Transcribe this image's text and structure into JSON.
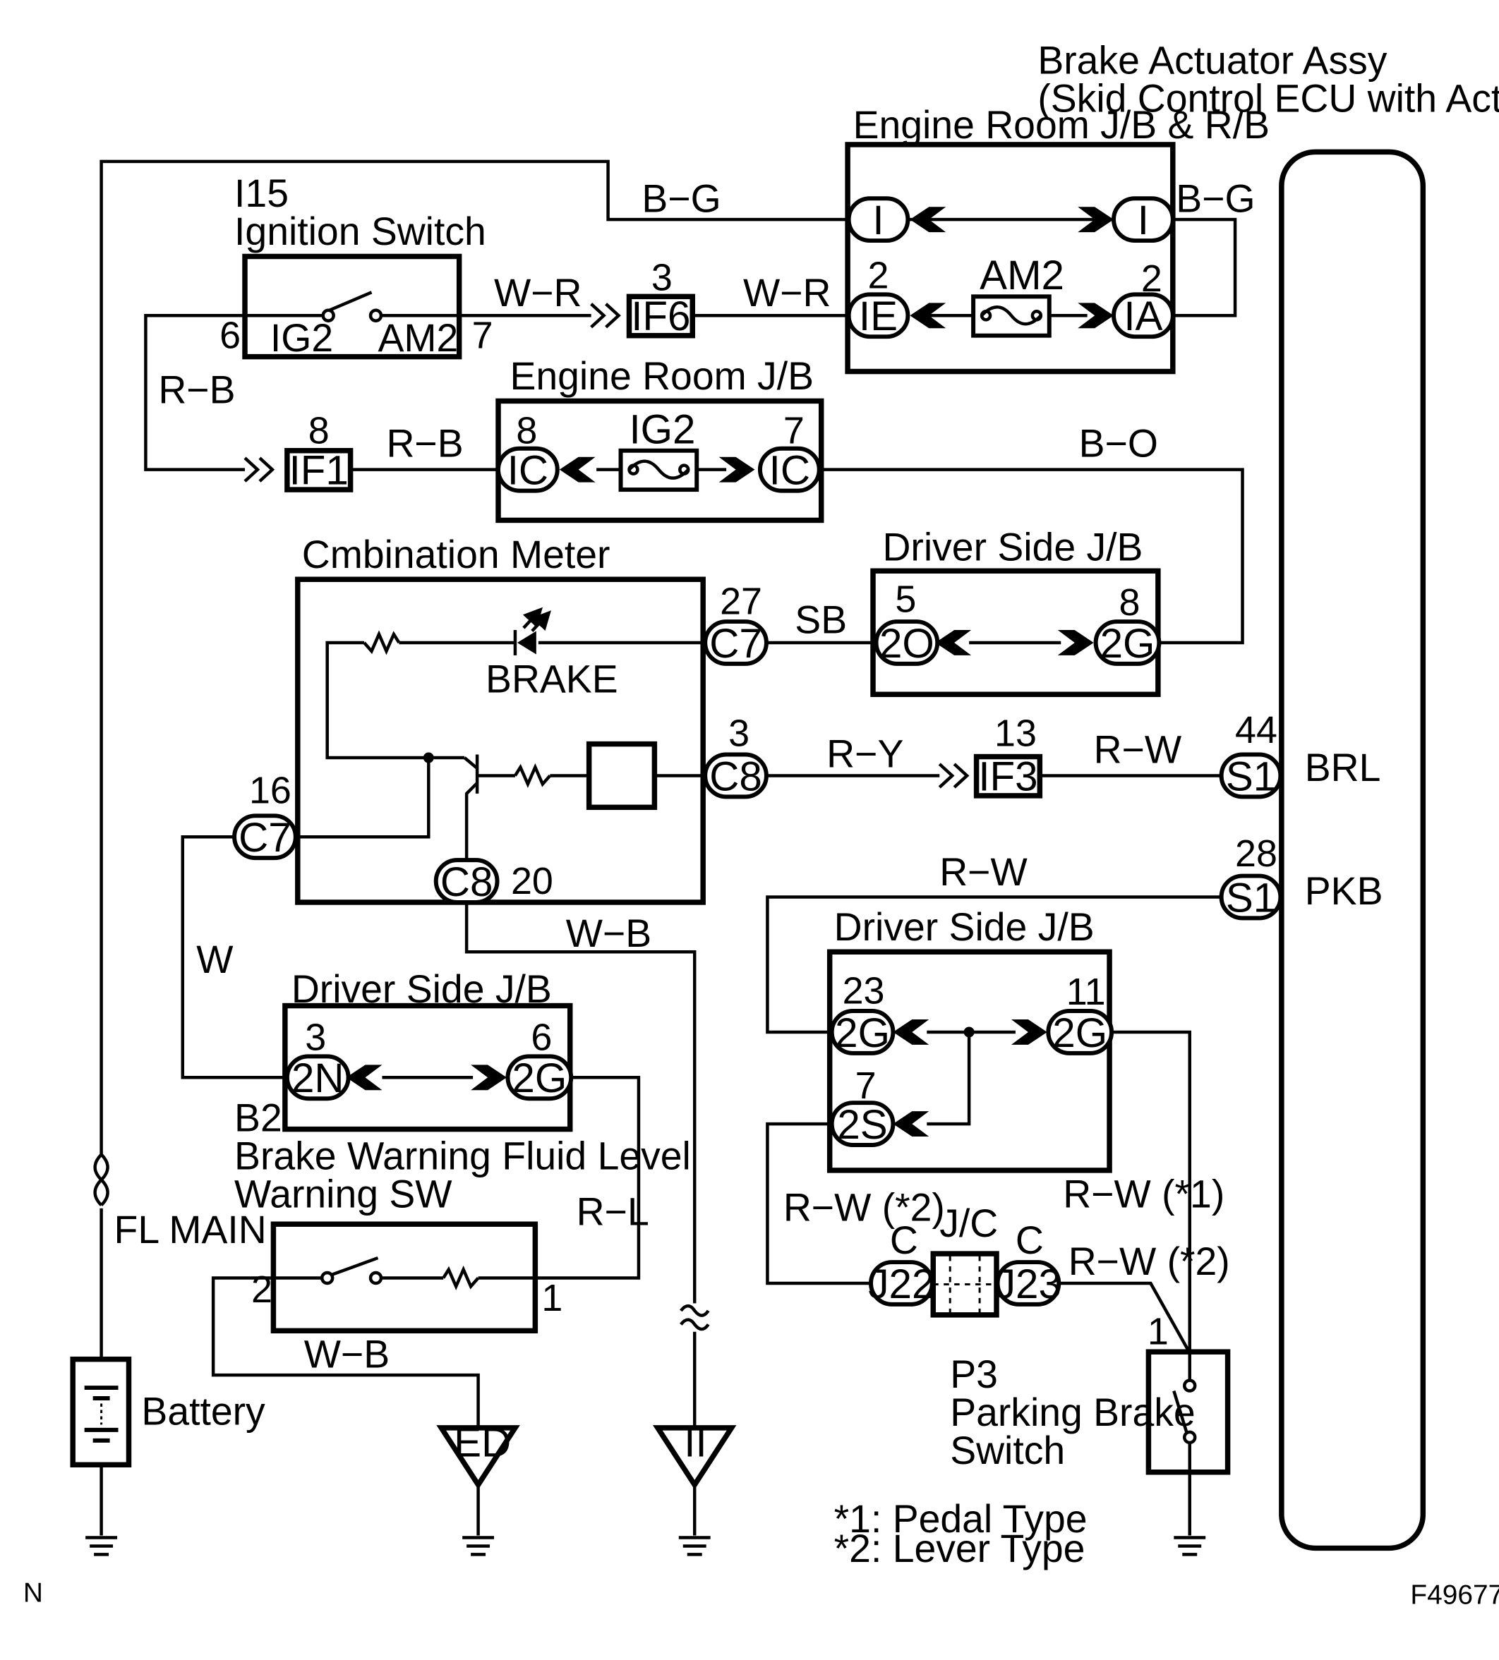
{
  "components": {
    "actuator": {
      "title1": "Brake Actuator Assy",
      "title2": "(Skid Control ECU with Actuator)"
    },
    "er_jb_rb": {
      "title": "Engine Room J/B & R/B",
      "fuse": "AM2"
    },
    "ignition": {
      "id": "I15",
      "name": "Ignition Switch",
      "t1": "IG2",
      "t2": "AM2"
    },
    "er_jb": {
      "title": "Engine Room J/B",
      "fuse": "IG2"
    },
    "meter": {
      "title": "Cmbination Meter",
      "lamp": "BRAKE"
    },
    "dsjb1": {
      "title": "Driver Side J/B"
    },
    "dsjb2": {
      "title": "Driver Side J/B"
    },
    "dsjb3": {
      "title": "Driver Side J/B"
    },
    "fluid_sw": {
      "id": "B2",
      "name1": "Brake Warning Fluid Level",
      "name2": "Warning SW"
    },
    "fl_main": "FL MAIN",
    "battery": "Battery",
    "pbrake": {
      "id": "P3",
      "name1": "Parking Brake",
      "name2": "Switch"
    },
    "jc": {
      "name": "J/C",
      "c1": "C",
      "c2": "C"
    }
  },
  "connectors": {
    "i_left": "I",
    "i_right": "I",
    "ie": "IE",
    "ia": "IA",
    "if6": "IF6",
    "if1": "IF1",
    "if3": "IF3",
    "ic_left": "IC",
    "ic_right": "IC",
    "c7_top": "C7",
    "c8_right": "C8",
    "c7_left": "C7",
    "c8_bottom": "C8",
    "o2": "2O",
    "g2_ds1": "2G",
    "s1_brl": "S1",
    "s1_pkb": "S1",
    "n2": "2N",
    "g2_ds2": "2G",
    "g2_ds3_l": "2G",
    "g2_ds3_r": "2G",
    "s2": "2S",
    "j22": "J22",
    "j23": "J23",
    "ed": "ED",
    "ii": "II"
  },
  "pins": {
    "ie": "2",
    "ia": "2",
    "if6": "3",
    "ign_6": "6",
    "ign_7": "7",
    "if1": "8",
    "ic_left": "8",
    "ic_right": "7",
    "c7_top": "27",
    "o2": "5",
    "g2_ds1": "8",
    "c8_right": "3",
    "if3": "13",
    "brl": "44",
    "c7_left": "16",
    "c8_bottom": "20",
    "pkb": "28",
    "g2_ds3_l": "23",
    "g2_ds3_r": "11",
    "s2": "7",
    "n2": "3",
    "g2_ds2": "6",
    "sw_2": "2",
    "sw_1": "1",
    "pb_1": "1"
  },
  "wires": {
    "bg_left": "B−G",
    "bg_right": "B−G",
    "wr_1": "W−R",
    "wr_2": "W−R",
    "rb_1": "R−B",
    "rb_2": "R−B",
    "bo": "B−O",
    "sb": "SB",
    "ry": "R−Y",
    "rw_brl": "R−W",
    "rw_pkb": "R−W",
    "w": "W",
    "wb_1": "W−B",
    "wb_2": "W−B",
    "rl": "R−L",
    "rw2_a": "R−W (*2)",
    "rw1": "R−W (*1)",
    "rw2_b": "R−W (*2)"
  },
  "signals": {
    "brl": "BRL",
    "pkb": "PKB"
  },
  "notes": {
    "n1": "*1: Pedal Type",
    "n2": "*2: Lever Type"
  },
  "corner": {
    "left": "N",
    "right": "F49677"
  }
}
